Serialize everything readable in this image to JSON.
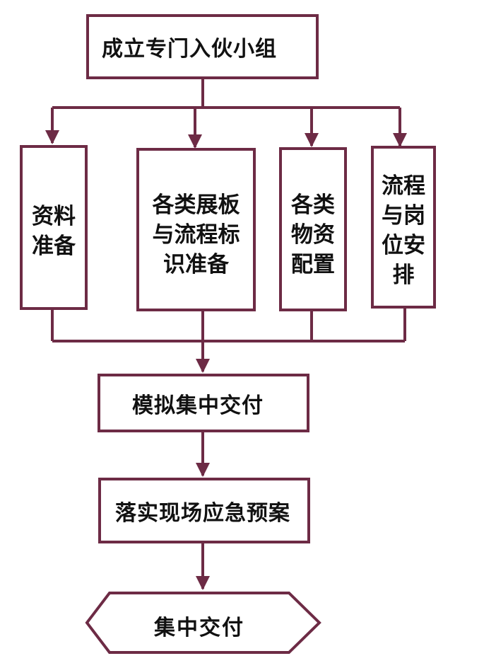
{
  "nodes": {
    "team": "成立专门入伙小组",
    "docs": [
      "资料",
      "准备"
    ],
    "boards": [
      "各类展板",
      "与流程标",
      "识准备"
    ],
    "materials": [
      "各类",
      "物资",
      "配置"
    ],
    "roles": [
      "流程",
      "与岗",
      "位安",
      "排"
    ],
    "simulate": "模拟集中交付",
    "emergency": "落实现场应急预案",
    "deliver": "集中交付"
  },
  "colors": {
    "line": "#6d2b45",
    "text": "#111111",
    "background": "#ffffff"
  }
}
